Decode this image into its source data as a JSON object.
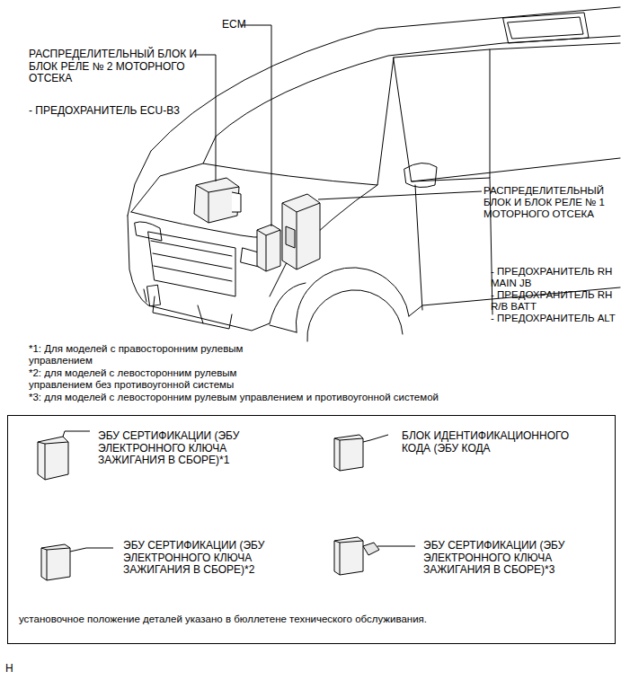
{
  "diagram": {
    "nodes": [
      {
        "text": [
          "ЭБУ СЕРТИФИКАЦИИ (ЭБУ ЭЛЕКТРОННОГО КЛЮЧА ЗАЖИГАНИЯ В СБОРЕ)*1",
          "БЛОК ИДЕНТИФИКАЦИОННОГО КОДА (ЭБУ КОДА",
          "ЭБУ СЕРТИФИКАЦИИ (ЭБУ ЭЛЕКТРОННОГО КЛЮЧА ЗАЖИГАНИЯ В СБОРЕ)*2",
          "ЭБУ СЕРТИФИКАЦИИ (ЭБУ ЭЛЕКТРОННОГО КЛЮЧА ЗАЖИГАНИЯ В СБОРЕ)*3",
          "установочное положение деталей указано в бюллетене технического обслуживания."
        ]
      }
    ],
    "labels": [
      "ECM",
      "РАСПРЕДЕЛИТЕЛЬНЫЙ БЛОК И БЛОК РЕЛЕ № 2 МОТОРНОГО ОТСЕКА",
      "- ПРЕДОХРАНИТЕЛЬ ECU-B3",
      "РАСПРЕДЕЛИТЕЛЬНЫЙ БЛОК И БЛОК РЕЛЕ № 1 МОТОРНОГО ОТСЕКА",
      "- ПРЕДОХРАНИТЕЛЬ RH MAIN JB",
      "- ПРЕДОХРАНИТЕЛЬ RH R/B BATT",
      "- ПРЕДОХРАНИТЕЛЬ ALT",
      "*1: Для моделей с правосторонним рулевым управлением",
      "*2: для моделей с левосторонним рулевым управлением без противоугонной системы",
      "*3: для моделей с левосторонним рулевым управлением и противоугонной системой",
      "H"
    ]
  }
}
